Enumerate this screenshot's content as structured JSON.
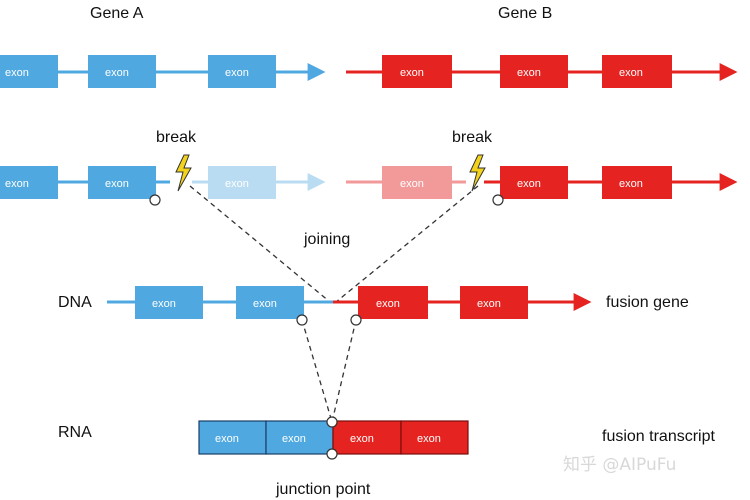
{
  "titles": {
    "gene_a": "Gene A",
    "gene_b": "Gene B"
  },
  "labels": {
    "break_left": "break",
    "break_right": "break",
    "joining": "joining",
    "dna": "DNA",
    "fusion_gene": "fusion gene",
    "rna": "RNA",
    "fusion_transcript": "fusion transcript",
    "junction_point": "junction point"
  },
  "exon_label": "exon",
  "watermark": "知乎 @AIPuFu",
  "colors": {
    "blue": "#4fa8e0",
    "blue_dark": "#2a86c6",
    "blue_faded": "#b9dcf2",
    "red": "#e52421",
    "red_dark": "#c81414",
    "red_faded": "#f29a99",
    "break_icon": "#f2d21b"
  },
  "icons": {
    "break_marker": "lightning-bolt-icon",
    "junction_marker": "circle-icon"
  }
}
